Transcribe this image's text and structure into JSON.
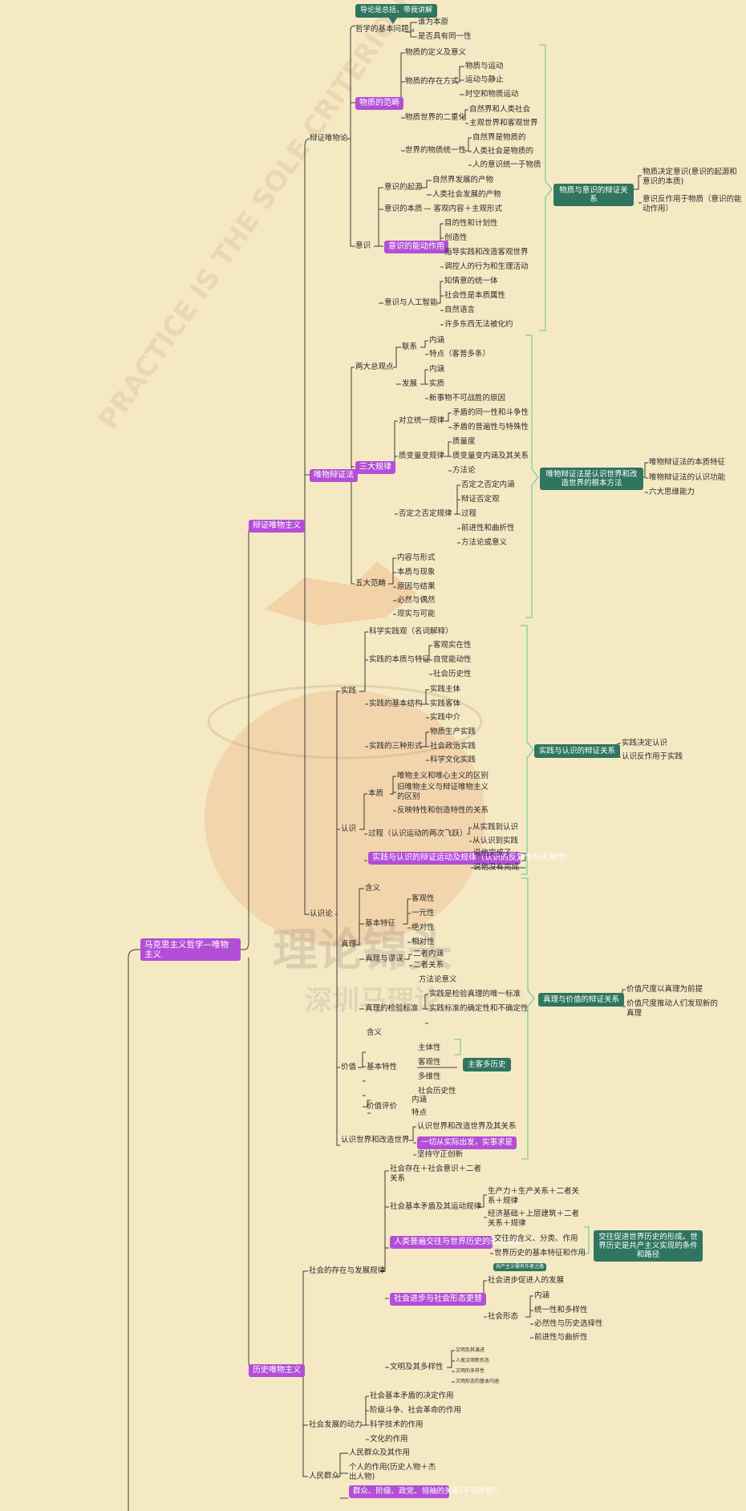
{
  "root": "马克思主义哲学—唯物主义",
  "top_note": "导论是总括，带我讲解",
  "b1": "辩证唯物主义",
  "b2": "历史唯物主义",
  "s_bzwwl": "辩证唯物论",
  "jbwt": "哲学的基本问题",
  "jbwt_1": "谁为本原",
  "jbwt_2": "是否具有同一性",
  "wzfc": "物质的范畴",
  "wz_def": "物质的定义及意义",
  "wz_czfs": "物质的存在方式",
  "wz_czfs_1": "物质与运动",
  "wz_czfs_2": "运动与静止",
  "wz_czfs_3": "时空和物质运动",
  "wz_ey": "物质世界的二重化",
  "wz_ey_1": "自然界和人类社会",
  "wz_ey_2": "主观世界和客观世界",
  "wz_ty": "世界的物质统一性",
  "wz_ty_1": "自然界是物质的",
  "wz_ty_2": "人类社会是物质的",
  "wz_ty_3": "人的意识统一于物质",
  "ys": "意识",
  "ys_qy": "意识的起源",
  "ys_qy_1": "自然界发展的产物",
  "ys_qy_2": "人类社会发展的产物",
  "ys_bz": "意识的本质",
  "ys_bz_v": "客观内容＋主观形式",
  "ys_nd": "意识的能动作用",
  "ys_nd_1": "目的性和计划性",
  "ys_nd_2": "创造性",
  "ys_nd_3": "指导实践和改造客观世界",
  "ys_nd_4": "调控人的行为和生理活动",
  "ys_ai": "意识与人工智能",
  "ys_ai_1": "知情意的统一体",
  "ys_ai_2": "社会性是本质属性",
  "ys_ai_3": "自然语言",
  "ys_ai_4": "许多东西无法被化约",
  "g_wzys": "物质与意识的辩证关系",
  "wzys_1": "物质决定意识(意识的起源和意识的本质)",
  "wzys_2": "意识反作用于物质（意识的能动作用）",
  "s_wwbzf": "唯物辩证法",
  "lzgd": "两大总观点",
  "lx": "联系",
  "lx_1": "内涵",
  "lx_2": "特点（客普多条）",
  "fz": "发展",
  "fz_1": "内涵",
  "fz_2": "实质",
  "fz_3": "新事物不可战胜的原因",
  "sdgl": "三大规律",
  "dlty": "对立统一规律",
  "dlty_1": "矛盾的同一性和斗争性",
  "dlty_2": "矛盾的普遍性与特殊性",
  "zlbh": "质变量变规律",
  "zlbh_1": "质量度",
  "zlbh_2": "质变量变内涵及其关系",
  "zlbh_3": "方法论",
  "fdzfd": "否定之否定规律",
  "fdzfd_1": "否定之否定内涵",
  "fdzfd_2": "辩证否定观",
  "fdzfd_3": "过程",
  "fdzfd_4": "前进性和曲折性",
  "fdzfd_5": "方法论或意义",
  "wdfc": "五大范畴",
  "wdfc_1": "内容与形式",
  "wdfc_2": "本质与现象",
  "wdfc_3": "原因与结果",
  "wdfc_4": "必然与偶然",
  "wdfc_5": "现实与可能",
  "g_wwbzf": "唯物辩证法是认识世界和改造世界的根本方法",
  "wwbzf_1": "唯物辩证法的本质特征",
  "wwbzf_2": "唯物辩证法的认识功能",
  "wwbzf_3": "六大思维能力",
  "s_rsl": "认识论",
  "sj": "实践",
  "sj_kx": "科学实践观（名词解释）",
  "sj_bz": "实践的本质与特征",
  "sj_bz_1": "客观实在性",
  "sj_bz_2": "自觉能动性",
  "sj_bz_3": "社会历史性",
  "sj_jg": "实践的基本结构",
  "sj_jg_1": "实践主体",
  "sj_jg_2": "实践客体",
  "sj_jg_3": "实践中介",
  "sj_xs": "实践的三种形式",
  "sj_xs_1": "物质生产实践",
  "sj_xs_2": "社会政治实践",
  "sj_xs_3": "科学文化实践",
  "rs": "认识",
  "rs_bz": "本质",
  "rs_bz_1": "唯物主义和唯心主义的区别",
  "rs_bz_2": "旧唯物主义与辩证唯物主义的区别",
  "rs_bz_3": "反映特性和创造特性的关系",
  "rs_gc": "过程（认识运动的两次飞跃）",
  "rs_gc_1": "从实践到认识",
  "rs_gc_2": "从认识到实践",
  "rs_sj": "实践与认识的辩证运动及规律（认识的反复性与无限性）",
  "rs_sj_1": "说他完成了",
  "rs_sj_2": "说他没有完成",
  "g_sjrs": "实践与认识的辩证关系",
  "sjrs_1": "实践决定认识",
  "sjrs_2": "认识反作用于实践",
  "zl": "真理",
  "zl_hy": "含义",
  "zl_tz": "基本特征",
  "zl_tz_1": "客观性",
  "zl_tz_2": "一元性",
  "zl_tz_3": "绝对性",
  "zl_tz_4": "相对性",
  "zl_mw": "真理与谬误",
  "zl_mw_1": "二者内涵",
  "zl_mw_2": "二者关系",
  "zl_mw_3": "方法论意义",
  "zl_jy": "真理的检验标准",
  "zl_jy_1": "实践是检验真理的唯一标准",
  "zl_jy_2": "实践标准的确定性和不确定性",
  "jz": "价值",
  "jz_hy": "含义",
  "jz_tx": "基本特性",
  "jz_tx_1": "主体性",
  "jz_tx_2": "客观性",
  "jz_tx_3": "多维性",
  "jz_tx_4": "社会历史性",
  "g_zkdls": "主客多历史",
  "jz_pj": "价值评价",
  "jz_pj_1": "内涵",
  "jz_pj_2": "特点",
  "g_zljz": "真理与价值的辩证关系",
  "zljz_1": "价值尺度以真理为前提",
  "zljz_2": "价值尺度推动人们发现新的真理",
  "rsgz": "认识世界和改造世界",
  "rsgz_1": "认识世界和改造世界及其关系",
  "rsgz_2": "一切从实际出发，实事求是",
  "rsgz_3": "坚持守正创新",
  "s_shcz": "社会的存在与发展规律",
  "shcz_1": "社会存在＋社会意识＋二者关系",
  "shmd": "社会基本矛盾及其运动规律",
  "shmd_1": "生产力＋生产关系＋二者关系＋规律",
  "shmd_2": "经济基础＋上层建筑＋二者关系＋规律",
  "jw": "人类普遍交往与世界历史的形成发展",
  "jw_1": "交往的含义、分类、作用",
  "jw_2": "世界历史的基本特征和作用",
  "g_jw": "交往促进世界历史的形成。世界历史是共产主义实现的条件和路径",
  "small_tag": "共产主义需有作者之路",
  "shjb": "社会进步与社会形态更替",
  "shjb_1": "社会进步促进人的发展",
  "shxt": "社会形态",
  "shxt_1": "内涵",
  "shxt_2": "统一性和多样性",
  "shxt_3": "必然性与历史选择性",
  "shxt_4": "前进性与曲折性",
  "wm": "文明及其多样性",
  "wm_1": "文明及其演进",
  "wm_2": "人类文明新形态",
  "wm_3": "文明的多样性",
  "wm_4": "文明形态的基本内涵",
  "s_shfz": "社会发展的动力",
  "shfz_1": "社会基本矛盾的决定作用",
  "shfz_2": "阶级斗争、社会革命的作用",
  "shfz_3": "科学技术的作用",
  "shfz_4": "文化的作用",
  "s_rmqz": "人民群众",
  "rmqz_1": "人民群众及其作用",
  "rmqz_2": "个人的作用(历史人物＋杰出人物)",
  "rmqz_3": "群众、阶级、政党、领袖的关系(不可忽视!)",
  "watermark_text": "PRACTICE IS THE SOLE CRITERION FOR TESTING TRUTH",
  "watermark_cn_1": "理论锦头",
  "watermark_cn_2": "深圳马理论",
  "colors": {
    "bg": "#f5e9c4",
    "purple": "#b34fd6",
    "green": "#2f7560",
    "bracket": "#7ccf9b",
    "edge": "#3a3a3a"
  }
}
